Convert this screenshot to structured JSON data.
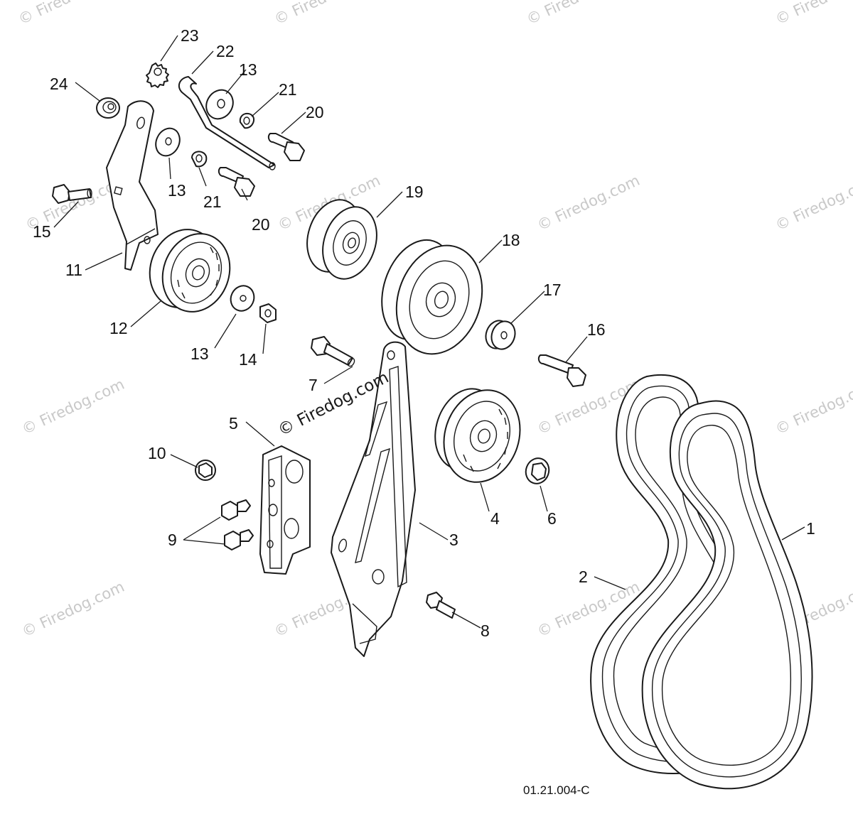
{
  "diagram": {
    "drawing_code": "01.21.004-C",
    "center_watermark": "© Firedog.com",
    "watermark_text": "© Firedog.com",
    "callouts": [
      {
        "id": "c1",
        "label": "1"
      },
      {
        "id": "c2",
        "label": "2"
      },
      {
        "id": "c3",
        "label": "3"
      },
      {
        "id": "c4",
        "label": "4"
      },
      {
        "id": "c5",
        "label": "5"
      },
      {
        "id": "c6",
        "label": "6"
      },
      {
        "id": "c7",
        "label": "7"
      },
      {
        "id": "c8",
        "label": "8"
      },
      {
        "id": "c9",
        "label": "9"
      },
      {
        "id": "c10",
        "label": "10"
      },
      {
        "id": "c11",
        "label": "11"
      },
      {
        "id": "c12",
        "label": "12"
      },
      {
        "id": "c13a",
        "label": "13"
      },
      {
        "id": "c13b",
        "label": "13"
      },
      {
        "id": "c13c",
        "label": "13"
      },
      {
        "id": "c14",
        "label": "14"
      },
      {
        "id": "c15",
        "label": "15"
      },
      {
        "id": "c16",
        "label": "16"
      },
      {
        "id": "c17",
        "label": "17"
      },
      {
        "id": "c18",
        "label": "18"
      },
      {
        "id": "c19",
        "label": "19"
      },
      {
        "id": "c20a",
        "label": "20"
      },
      {
        "id": "c20b",
        "label": "20"
      },
      {
        "id": "c21a",
        "label": "21"
      },
      {
        "id": "c21b",
        "label": "21"
      },
      {
        "id": "c22",
        "label": "22"
      },
      {
        "id": "c23",
        "label": "23"
      },
      {
        "id": "c24",
        "label": "24"
      }
    ]
  }
}
